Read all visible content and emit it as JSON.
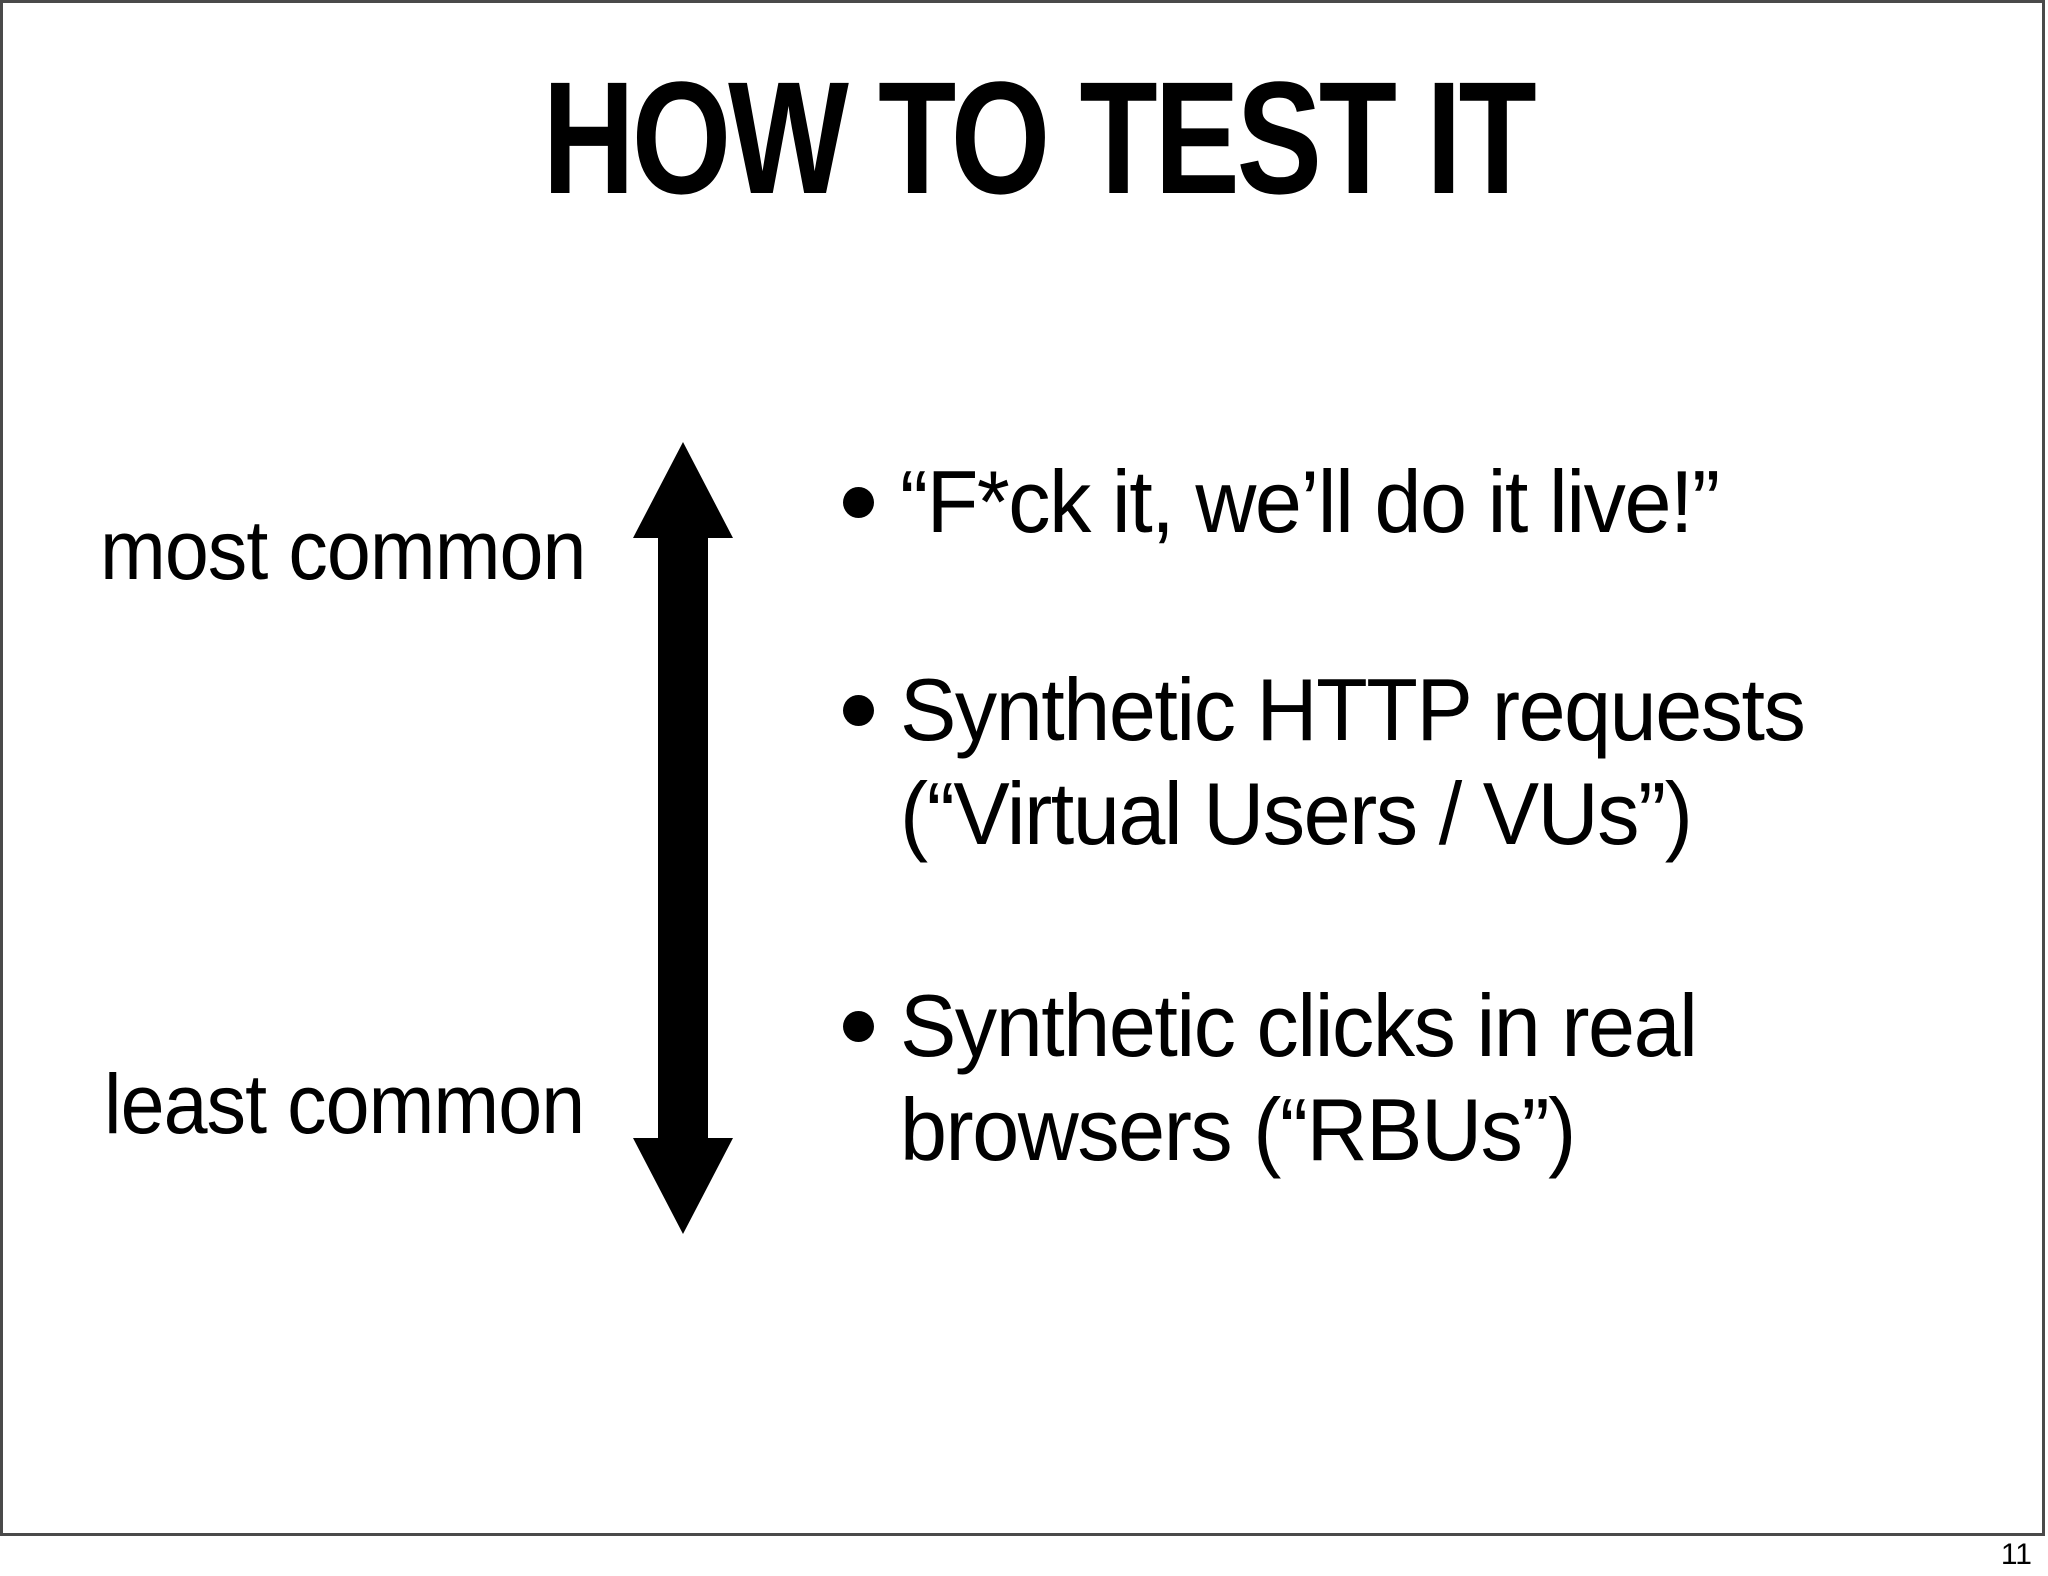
{
  "slide": {
    "title": "HOW TO TEST IT",
    "page_number": "11",
    "axis": {
      "top_label": "most common",
      "bottom_label": "least common",
      "arrow_icon": "double-headed-vertical-arrow"
    },
    "bullets": [
      {
        "lines": [
          "“F*ck it, we’ll do it live!”"
        ]
      },
      {
        "lines": [
          "Synthetic HTTP requests",
          "(“Virtual Users / VUs”)"
        ]
      },
      {
        "lines": [
          "Synthetic clicks in real",
          "browsers (“RBUs”)"
        ]
      }
    ],
    "colors": {
      "background": "#ffffff",
      "text": "#000000",
      "frame_border": "#4a4a4a"
    }
  }
}
